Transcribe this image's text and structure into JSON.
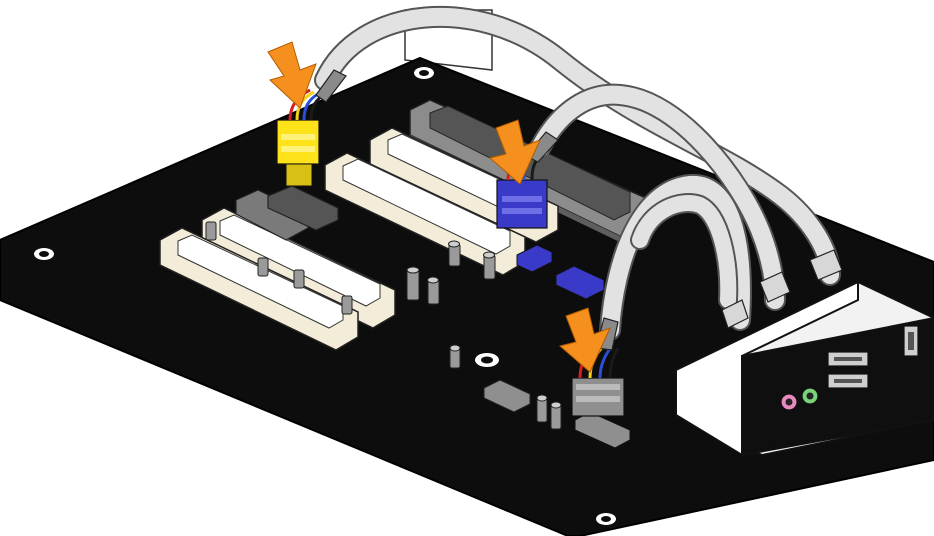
{
  "colors": {
    "background": "#ffffff",
    "board": "#0d0d0d",
    "board_edge": "#000000",
    "slot_cream": "#f3ecd9",
    "slot_shadow": "#d9cfb4",
    "agp_slot": "#8c8c8c",
    "cable": "#e2e2e2",
    "cable_outline": "#555555",
    "callout_arrow": "#f5901e",
    "connector_yellow": "#ffe31a",
    "connector_blue": "#3a3ac8",
    "connector_gray": "#8f8f8f",
    "front_panel": "#f2f2f2",
    "audio_pink": "#e88ac0",
    "audio_green": "#7ad27a",
    "wire_red": "#d81e1e",
    "wire_yellow": "#f2d21b",
    "wire_blue": "#2a4fd8",
    "wire_black": "#1a1a1a"
  },
  "icons": {
    "callout": "down-arrow-icon",
    "mount_hole": "screw-hole-icon",
    "usb_port": "usb-port-icon",
    "audio_jack": "audio-jack-icon"
  },
  "callouts": [
    {
      "target": "yellow-header-connector",
      "color": "#f5901e"
    },
    {
      "target": "blue-header-connector",
      "color": "#f5901e"
    },
    {
      "target": "gray-header-connector",
      "color": "#f5901e"
    }
  ],
  "front_panel": {
    "usb_ports": 2,
    "audio_jacks": [
      "pink",
      "green"
    ]
  }
}
